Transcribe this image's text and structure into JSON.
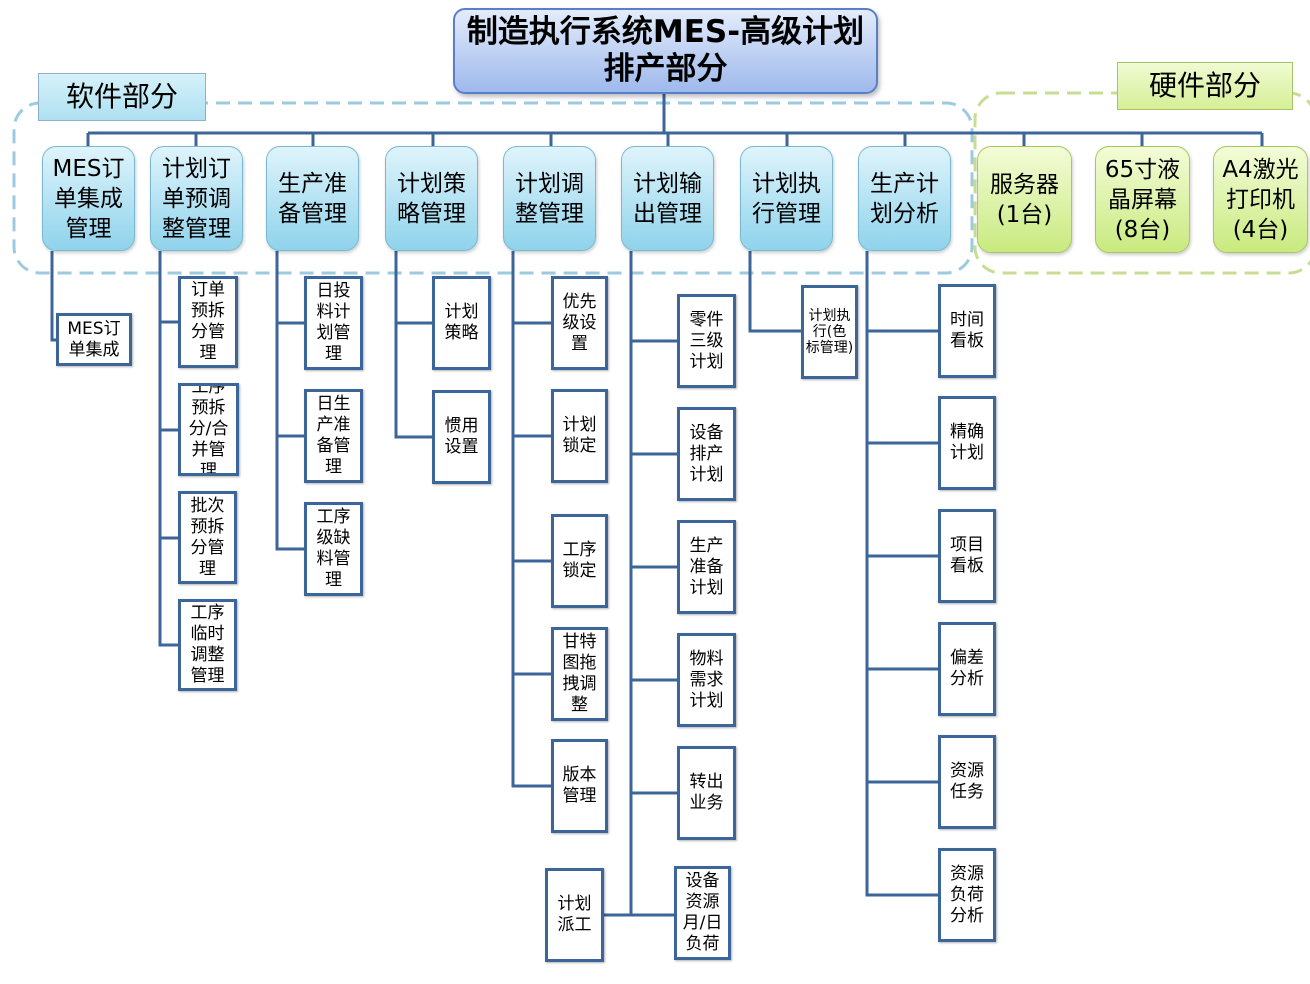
{
  "title": "制造执行系统MES-高级计划\n排产部分",
  "software_label": "软件部分",
  "hardware_label": "硬件部分",
  "colors": {
    "connector": "#3c6699",
    "software_dash": "#9ccbe0",
    "hardware_dash": "#c9dd92",
    "leaf_border": "#3c6699"
  },
  "categories": [
    {
      "label": "MES订\n单集成\n管理",
      "children": [
        "MES订\n单集成"
      ]
    },
    {
      "label": "计划订\n单预调\n整管理",
      "children": [
        "订单\n预拆\n分管\n理",
        "工序\n预拆\n分/合\n并管\n理",
        "批次\n预拆\n分管\n理",
        "工序\n临时\n调整\n管理"
      ]
    },
    {
      "label": "生产准\n备管理",
      "children": [
        "日投\n料计\n划管\n理",
        "日生\n产准\n备管\n理",
        "工序\n级缺\n料管\n理"
      ]
    },
    {
      "label": "计划策\n略管理",
      "children": [
        "计划\n策略",
        "惯用\n设置"
      ]
    },
    {
      "label": "计划调\n整管理",
      "children": [
        "优先\n级设\n置",
        "计划\n锁定",
        "工序\n锁定",
        "甘特\n图拖\n拽调\n整",
        "版本\n管理",
        "计划\n派工"
      ]
    },
    {
      "label": "计划输\n出管理",
      "children": [
        "零件\n三级\n计划",
        "设备\n排产\n计划",
        "生产\n准备\n计划",
        "物料\n需求\n计划",
        "转出\n业务",
        "设备\n资源\n月/日\n负荷"
      ]
    },
    {
      "label": "计划执\n行管理",
      "children": [
        "计划执\n行(色\n标管理)"
      ]
    },
    {
      "label": "生产计\n划分析",
      "children": [
        "时间\n看板",
        "精确\n计划",
        "项目\n看板",
        "偏差\n分析",
        "资源\n任务",
        "资源\n负荷\n分析"
      ]
    }
  ],
  "hardware": [
    {
      "label": "服务器\n(1台)"
    },
    {
      "label": "65寸液\n晶屏幕\n(8台)"
    },
    {
      "label": "A4激光\n打印机\n(4台)"
    }
  ]
}
